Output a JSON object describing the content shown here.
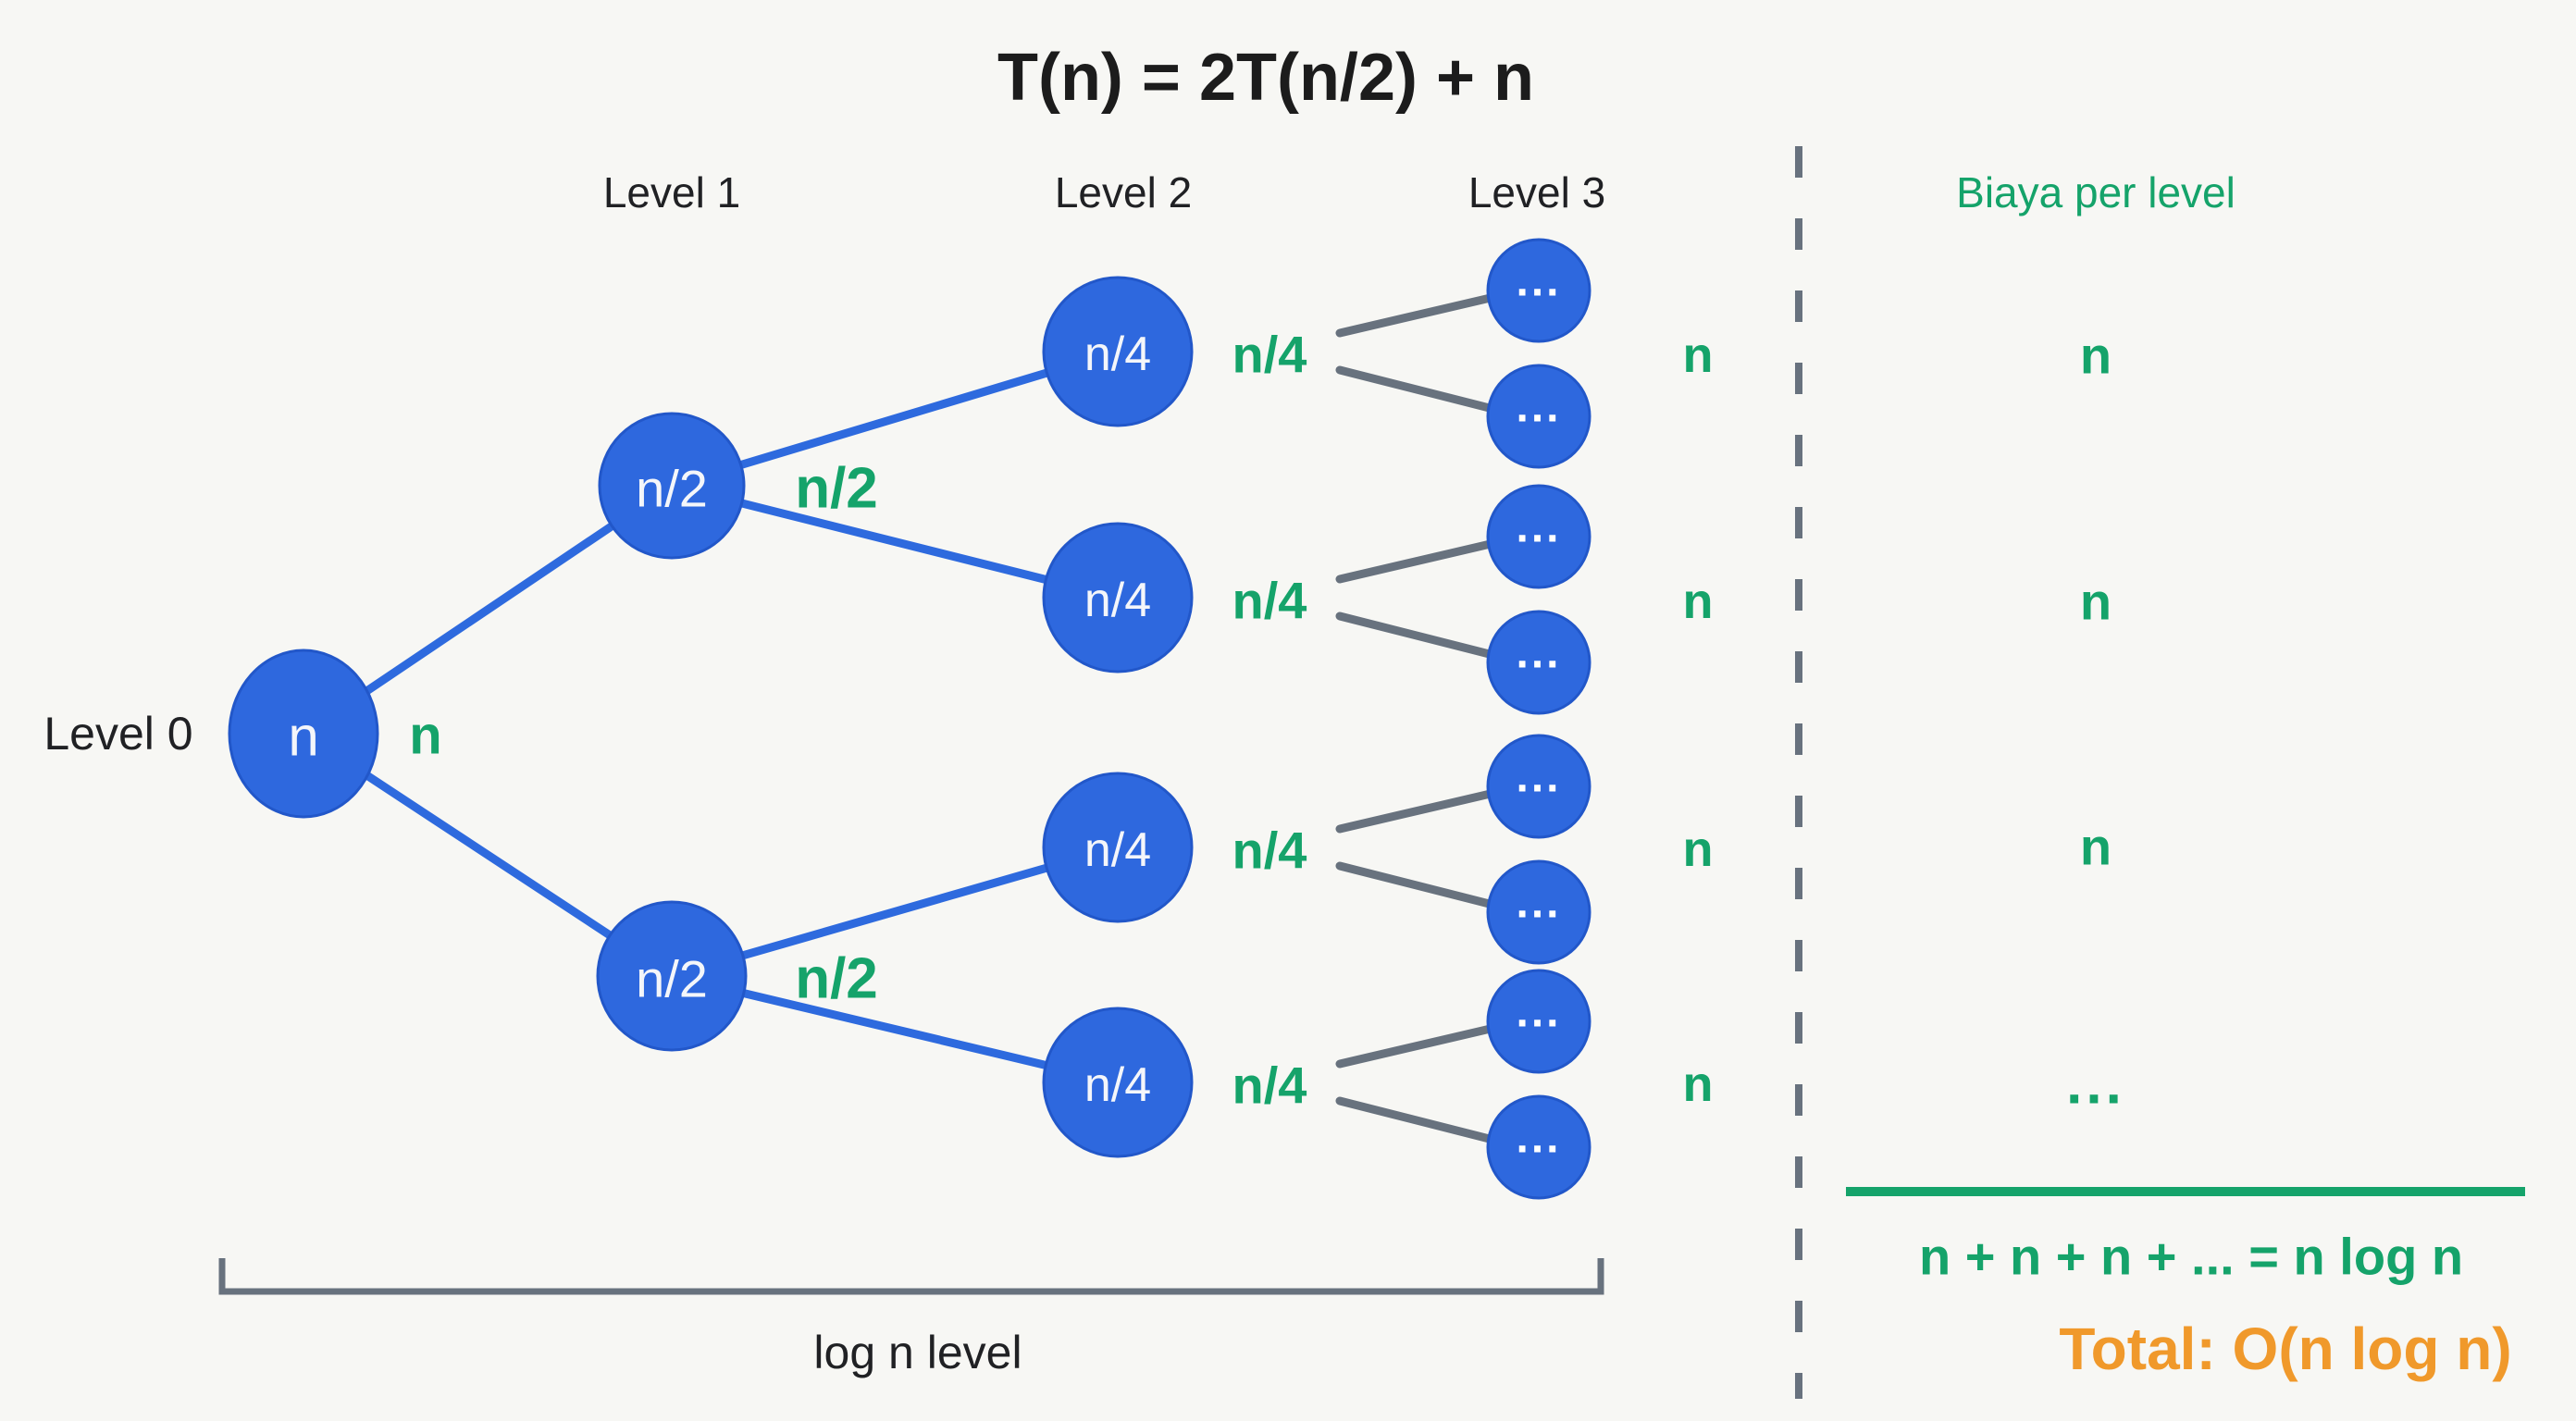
{
  "title": "T(n) = 2T(n/2) + n",
  "headers": {
    "level0": "Level 0",
    "level1": "Level 1",
    "level2": "Level 2",
    "level3": "Level 3",
    "cost_column": "Biaya per level"
  },
  "tree": {
    "root_label": "n",
    "level1_node_label": "n/2",
    "level2_node_label": "n/4",
    "leaf_node_label": "...",
    "root_cost": "n",
    "level1_cost": "n/2",
    "level2_cost": "n/4",
    "leaf_row_cost": "n"
  },
  "cost_column": {
    "values": [
      "n",
      "n",
      "n"
    ],
    "ellipsis": "...",
    "sum_equation": "n + n + n + ... = n log n",
    "total": "Total: O(n log n)"
  },
  "footer": {
    "bracket_label": "log n level"
  },
  "colors": {
    "background": "#f7f7f4",
    "node_blue": "#2e68de",
    "edge_blue": "#2e6ade",
    "edge_gray": "#68727e",
    "accent_green": "#15a36a",
    "accent_orange": "#f0992b",
    "text_black": "#202124"
  }
}
